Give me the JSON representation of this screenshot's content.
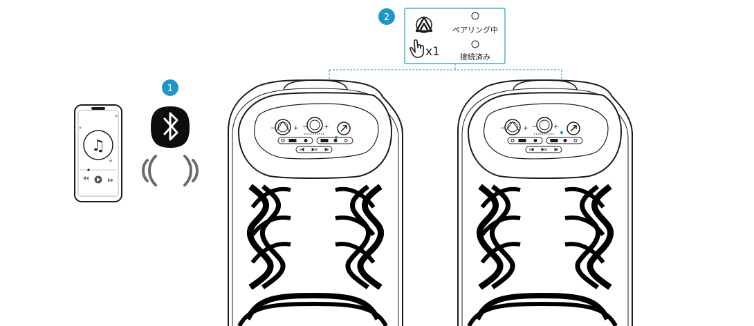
{
  "steps": {
    "step1": {
      "number": "1"
    },
    "step2": {
      "number": "2"
    }
  },
  "indicator_panel": {
    "press_count": "x1",
    "pairing_label": "ペアリング中",
    "connected_label": "接続済み"
  },
  "icons": {
    "phone": "smartphone-icon",
    "music": "music-note-icon",
    "bluetooth": "bluetooth-icon",
    "signal": "wireless-signal-icon",
    "party": "partycast-icon",
    "hand": "hand-press-icon"
  },
  "colors": {
    "accent": "#1e96c8",
    "line": "#1a1a1a",
    "signal": "#6b6b6b",
    "dashed_link": "#1e96c8"
  }
}
